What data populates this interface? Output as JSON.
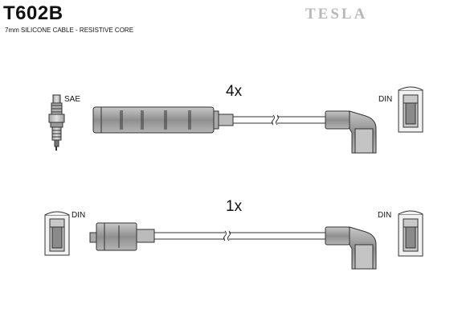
{
  "header": {
    "part_code": "T602B",
    "description": "7mm SILICONE CABLE - RESISTIVE CORE",
    "brand": "TESLA"
  },
  "lead_sets": [
    {
      "quantity": "4x",
      "left_connector_label": "SAE",
      "right_connector_label": "DIN"
    },
    {
      "quantity": "1x",
      "left_connector_label": "DIN",
      "right_connector_label": "DIN"
    }
  ],
  "colors": {
    "line": "#333333",
    "fill": "#9a9a9a",
    "fill_light": "#d4d4d4",
    "brand": "#b8b8b8"
  }
}
